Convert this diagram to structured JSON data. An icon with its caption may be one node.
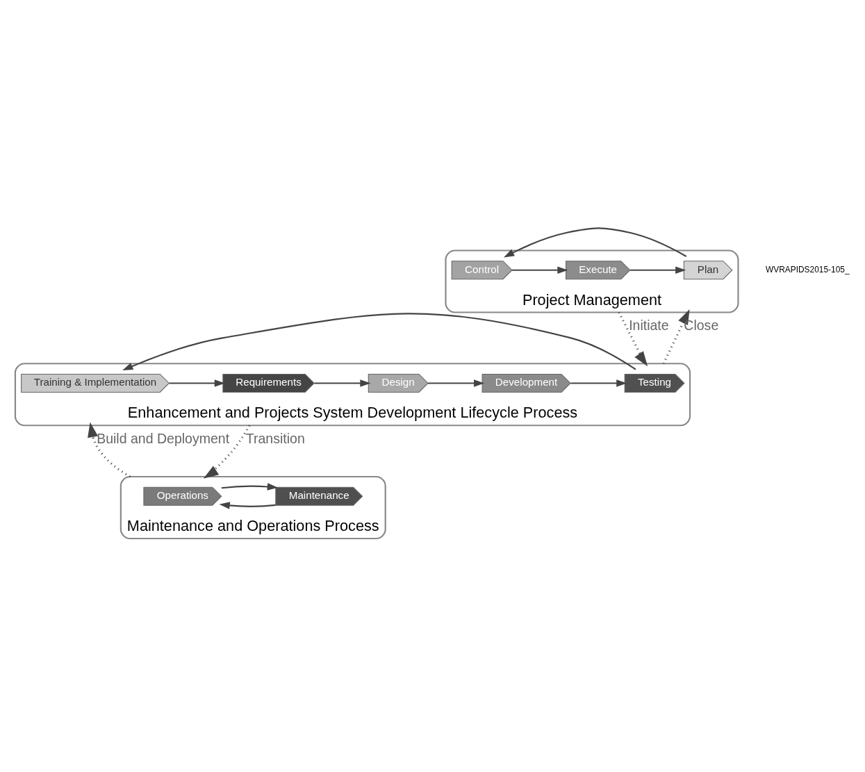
{
  "diagram": {
    "nodes": [
      {
        "text": [
          "Project Management"
        ]
      },
      {
        "text": [
          "Execute"
        ],
        "in": 0
      },
      {
        "text": [
          "Plan"
        ],
        "in": 0
      },
      {
        "text": [
          "Control"
        ],
        "in": 0
      },
      {
        "text": [
          "Enhancement and Projects System Development Lifecycle Process"
        ]
      },
      {
        "text": [
          "Requirements"
        ],
        "in": 4
      },
      {
        "text": [
          "Design"
        ],
        "in": 4
      },
      {
        "text": [
          "Development"
        ],
        "in": 4
      },
      {
        "text": [
          "Testing"
        ],
        "in": 4
      },
      {
        "text": [
          "Training & Implementation"
        ],
        "in": 4
      },
      {
        "text": [
          "Maintenance and Operations Process"
        ]
      },
      {
        "text": [
          "Maintenance"
        ],
        "in": 10
      },
      {
        "text": [
          "Operations"
        ],
        "in": 10
      }
    ],
    "edges": [
      {
        "from": 1,
        "to": 2,
        "arrow": "to"
      },
      {
        "from": 2,
        "to": 3,
        "arrow": "to"
      },
      {
        "from": 3,
        "to": 1,
        "arrow": "to"
      },
      {
        "from": 5,
        "to": 6,
        "arrow": "to"
      },
      {
        "from": 6,
        "to": 7,
        "arrow": "to"
      },
      {
        "from": 7,
        "to": 8,
        "arrow": "to"
      },
      {
        "from": 8,
        "to": 9,
        "arrow": "to"
      },
      {
        "from": 9,
        "to": 5,
        "arrow": "to"
      },
      {
        "from": 11,
        "to": 12,
        "arrow": "to"
      },
      {
        "from": 12,
        "to": 11,
        "arrow": "to"
      },
      {
        "from": 0,
        "to": 4,
        "arrow": "to",
        "label": "Initiate",
        "style": "dashed"
      },
      {
        "from": 4,
        "to": 0,
        "arrow": "to",
        "label": "Close",
        "style": "dashed"
      },
      {
        "from": 4,
        "to": 10,
        "arrow": "to",
        "label": "Transition",
        "style": "dashed"
      },
      {
        "from": 10,
        "to": 4,
        "arrow": "to",
        "label": "Build and Deployment",
        "style": "dashed"
      }
    ],
    "labels": [
      "WVRAPIDS2015-105_"
    ]
  }
}
